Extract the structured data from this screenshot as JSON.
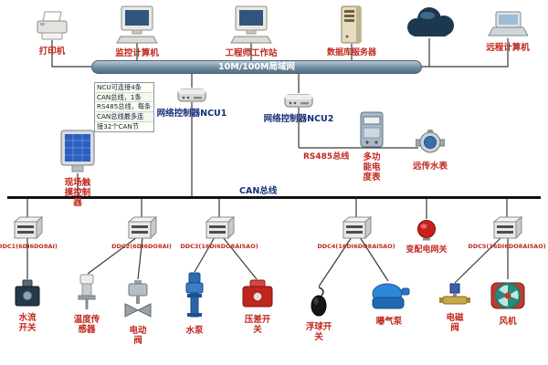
{
  "lan_bus": {
    "label": "10M/100M局域网"
  },
  "can_bus": {
    "label": "CAN总线"
  },
  "rs485_bus": {
    "label": "RS485总线"
  },
  "note_box": {
    "lines": [
      "NCU可连接4条",
      "CAN总线，1条",
      "RS485总线，每条",
      "CAN总线最多连",
      "接32个CAN节"
    ]
  },
  "top_devices": [
    {
      "label": "打印机",
      "icon": "printer-icon"
    },
    {
      "label": "监控计算机",
      "icon": "desktop-computer-icon"
    },
    {
      "label": "工程师工作站",
      "icon": "desktop-computer-icon"
    },
    {
      "label": "数据库服务器",
      "icon": "server-icon"
    },
    {
      "label": "",
      "icon": "network-cloud-icon"
    },
    {
      "label": "远程计算机",
      "icon": "laptop-icon"
    }
  ],
  "controllers": [
    {
      "label": "网络控制器NCU1",
      "icon": "ncu-controller-icon"
    },
    {
      "label": "网络控制器NCU2",
      "icon": "ncu-controller-icon"
    }
  ],
  "touch_controller": {
    "label": "现场触摸控制器",
    "icon": "touch-panel-icon"
  },
  "meters": [
    {
      "label": "多功能电度表",
      "icon": "power-meter-icon"
    },
    {
      "label": "远传水表",
      "icon": "water-meter-icon"
    }
  ],
  "ddc_row": [
    {
      "label": "DDC1(6DI6DO8AI)",
      "icon": "ddc-icon"
    },
    {
      "label": "DDC2(6DI6DO8AI)",
      "icon": "ddc-icon"
    },
    {
      "label": "DDC3(16DI6DO8AI5AO)",
      "icon": "ddc-icon"
    },
    {
      "label": "DDC4(16DI6DO8AI5AO)",
      "icon": "ddc-icon"
    },
    {
      "label": "变配电网关",
      "icon": "gateway-icon"
    },
    {
      "label": "DDC5(16DI6DO8AI5AO)",
      "icon": "ddc-icon"
    }
  ],
  "field_devices": [
    {
      "label": "水流开关",
      "icon": "water-flow-switch-icon"
    },
    {
      "label": "温度传感器",
      "icon": "temperature-sensor-icon"
    },
    {
      "label": "电动阀",
      "icon": "electric-valve-icon"
    },
    {
      "label": "水泵",
      "icon": "water-pump-icon"
    },
    {
      "label": "压差开关",
      "icon": "pressure-switch-icon"
    },
    {
      "label": "浮球开关",
      "icon": "float-switch-icon"
    },
    {
      "label": "曝气泵",
      "icon": "aeration-pump-icon"
    },
    {
      "label": "电磁阀",
      "icon": "solenoid-valve-icon"
    },
    {
      "label": "风机",
      "icon": "fan-icon"
    }
  ],
  "colors": {
    "device_label": "#c0281e",
    "controller_label": "#16307a",
    "lan_bus_fill": "#7d96ab",
    "can_bus_line": "#111111",
    "background": "#ffffff"
  }
}
